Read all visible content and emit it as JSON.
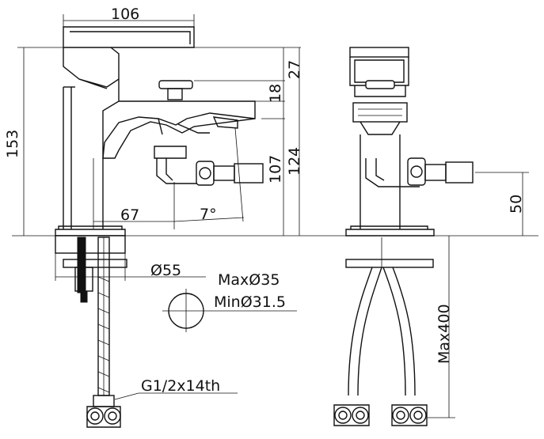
{
  "dimensions": {
    "width_top": "106",
    "height_total": "153",
    "head_27": "27",
    "head_18": "18",
    "h_124": "124",
    "h_107": "107",
    "spout_67": "67",
    "angle_7": "7°",
    "base_dia": "Ø55",
    "hole_max": "MaxØ35",
    "hole_min": "MinØ31.5",
    "thread": "G1/2x14th",
    "hose_len": "Max400",
    "side_50": "50"
  }
}
